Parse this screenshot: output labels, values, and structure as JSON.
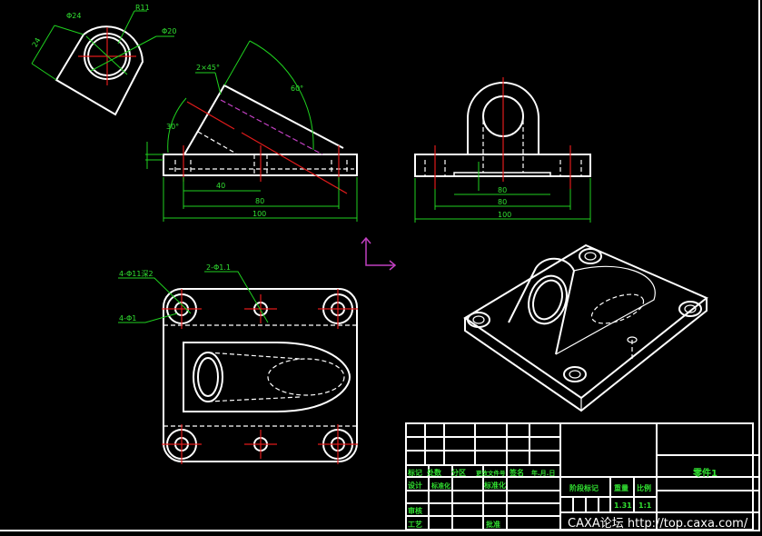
{
  "colors": {
    "background": "#000000",
    "outline": "#ffffff",
    "dimension": "#1fd11f",
    "centerline": "#e01b1b",
    "hidden_axis": "#c040c0",
    "axis_icon": "#c040c0"
  },
  "aux_view": {
    "dims": [
      "Φ24",
      "R11",
      "Φ20",
      "24"
    ]
  },
  "front_view": {
    "dims": [
      "2×45°",
      "60°",
      "30°",
      "40",
      "80",
      "100"
    ]
  },
  "side_view": {
    "dims": [
      "80",
      "80",
      "100"
    ]
  },
  "top_view": {
    "notes": [
      "4-Φ11深2",
      "2-Φ1.1",
      "4-Φ1"
    ]
  },
  "title_block": {
    "row_labels": [
      "标记",
      "处数",
      "分区",
      "更改文件号",
      "签名",
      "年.月.日"
    ],
    "design": "设计",
    "standard": "标准化",
    "standardization": "标准化",
    "review": "审核",
    "process": "工艺",
    "approve": "批准",
    "stage_mark": "阶段标记",
    "weight": "重量",
    "scale": "比例",
    "scale_value": "1:1",
    "weight_value": "1.31",
    "part_name": "零件1"
  },
  "watermark": "CAXA论坛 http://top.caxa.com/"
}
